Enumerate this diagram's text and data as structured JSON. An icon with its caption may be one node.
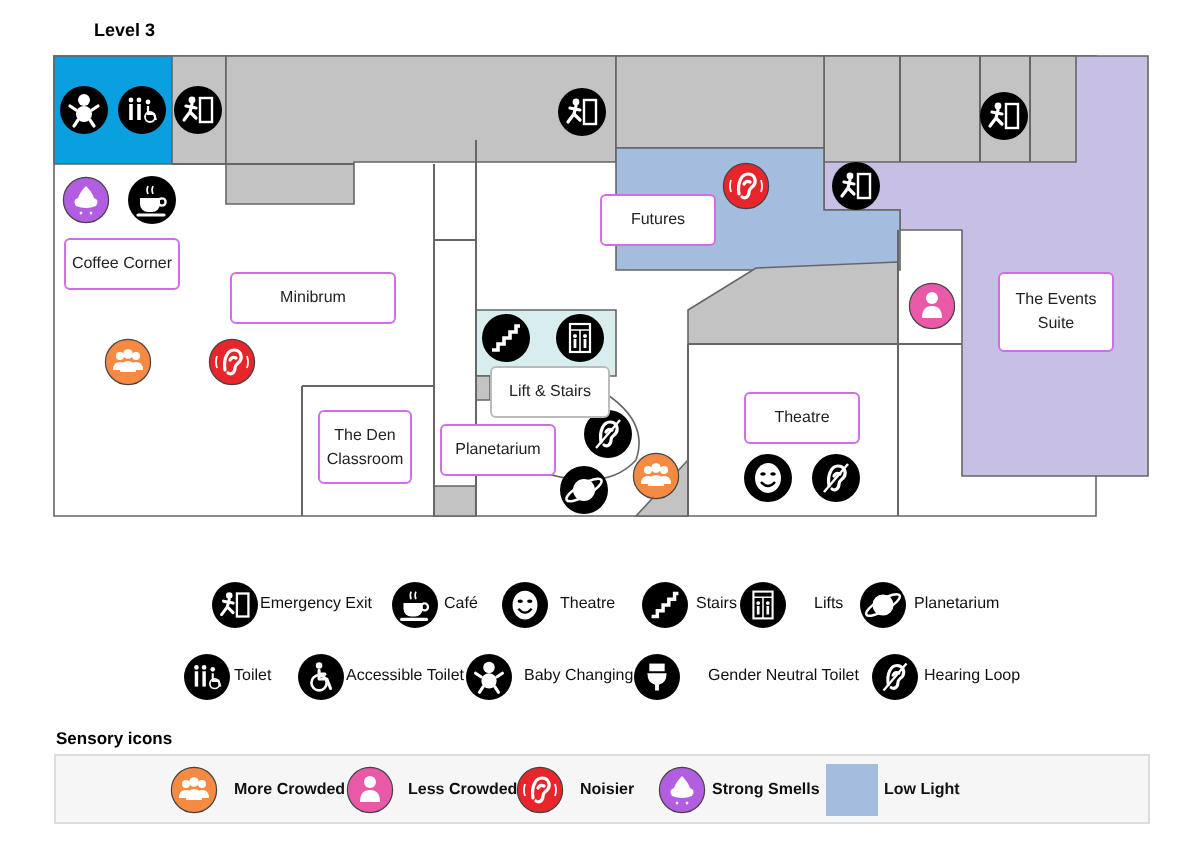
{
  "diagram": {
    "title": "Level 3",
    "nodes": [
      {
        "text": [
          "Coffee Corner"
        ]
      },
      {
        "text": [
          "Minibrum"
        ]
      },
      {
        "text": [
          "Futures"
        ]
      },
      {
        "text": [
          "The Events Suite"
        ]
      },
      {
        "text": [
          "Lift & Stairs"
        ]
      },
      {
        "text": [
          "Theatre"
        ]
      },
      {
        "text": [
          "The Den Classroom"
        ]
      },
      {
        "text": [
          "Planetarium"
        ]
      }
    ],
    "labels": [
      "Sensory icons"
    ],
    "legend": [
      {
        "text": "Emergency Exit"
      },
      {
        "text": "Café"
      },
      {
        "text": "Theatre"
      },
      {
        "text": "Stairs"
      },
      {
        "text": "Lifts"
      },
      {
        "text": "Planetarium"
      },
      {
        "text": "Toilet"
      },
      {
        "text": "Accessible Toilet"
      },
      {
        "text": "Baby Changing"
      },
      {
        "text": "Gender Neutral Toilet"
      },
      {
        "text": "Hearing Loop"
      },
      {
        "text": "More Crowded"
      },
      {
        "text": "Less Crowded"
      },
      {
        "text": "Noisier"
      },
      {
        "text": "Strong Smells"
      },
      {
        "text": "Low Light",
        "color": "#a4bddf"
      }
    ]
  }
}
